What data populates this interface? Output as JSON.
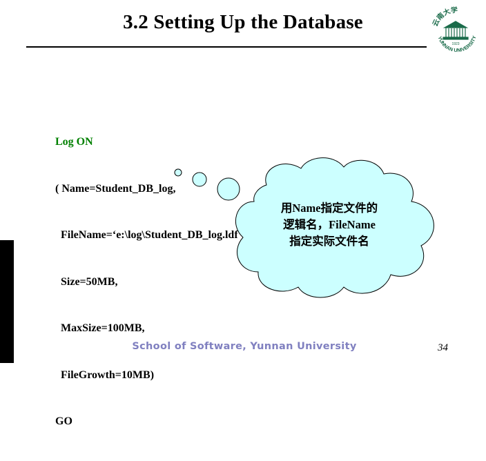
{
  "slide": {
    "title": "3.2 Setting Up the Database",
    "code_lines": [
      "Log ON",
      "( Name=Student_DB_log,",
      "  FileName=‘e:\\log\\Student_DB_log.ldf’,",
      "  Size=50MB,",
      "  MaxSize=100MB,",
      "  FileGrowth=10MB)",
      "GO"
    ],
    "callout_lines": [
      "用Name指定文件的",
      "逻辑名，FileName",
      "指定实际文件名"
    ],
    "footer": "School of Software, Yunnan University",
    "page_number": "34",
    "logo": {
      "icon": "university-seal-icon",
      "text_top": "云南大学",
      "text_bottom": "YUNNAN UNIVERSITY",
      "year": "1923"
    }
  },
  "colors": {
    "keyword": "#008000",
    "text": "#000000",
    "cloud_fill": "#ccffff",
    "footer": "#8080c0",
    "logo": "#1a6b4a"
  }
}
